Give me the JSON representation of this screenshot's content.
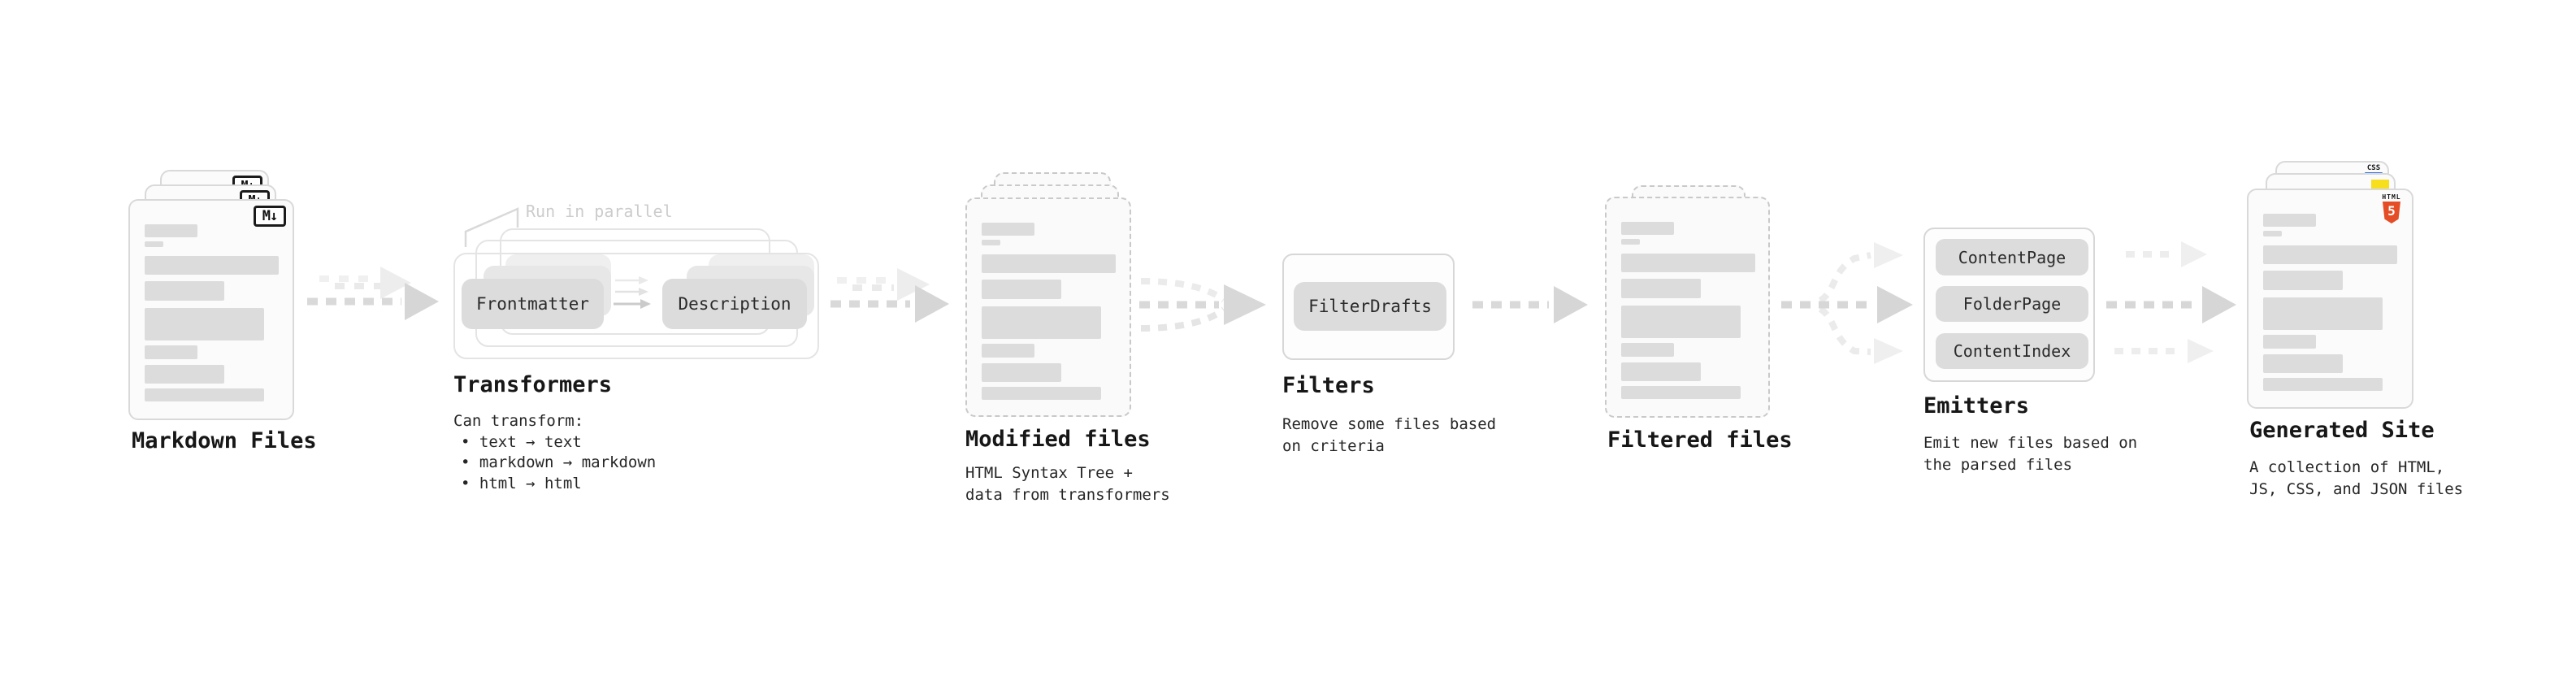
{
  "stages": {
    "markdown_files": {
      "label": "Markdown Files",
      "icon": "M↓"
    },
    "transformers": {
      "label": "Transformers",
      "note": "Run in parallel",
      "pills": [
        "Frontmatter",
        "Description"
      ],
      "description": [
        "Can transform:",
        "• text → text",
        "• markdown → markdown",
        "• html → html"
      ]
    },
    "modified_files": {
      "label": "Modified files",
      "description": [
        "HTML Syntax Tree +",
        "data from transformers"
      ]
    },
    "filters": {
      "label": "Filters",
      "pills": [
        "FilterDrafts"
      ],
      "description": [
        "Remove some files based",
        "on criteria"
      ]
    },
    "filtered_files": {
      "label": "Filtered files"
    },
    "emitters": {
      "label": "Emitters",
      "pills": [
        "ContentPage",
        "FolderPage",
        "ContentIndex"
      ],
      "description": [
        "Emit new files based on",
        "the parsed files"
      ]
    },
    "generated_site": {
      "label": "Generated Site",
      "description": [
        "A collection of HTML,",
        "JS, CSS, and JSON files"
      ],
      "badges": {
        "css": "CSS",
        "html5_title": "HTML",
        "html5_number": "5"
      }
    }
  },
  "colors": {
    "html5_orange": "#e44d26",
    "js_yellow": "#f7df1e",
    "css_blue": "#2b6fe3",
    "arrow_gray": "#d9d9d9",
    "arrow_ghost": "#ededed"
  }
}
